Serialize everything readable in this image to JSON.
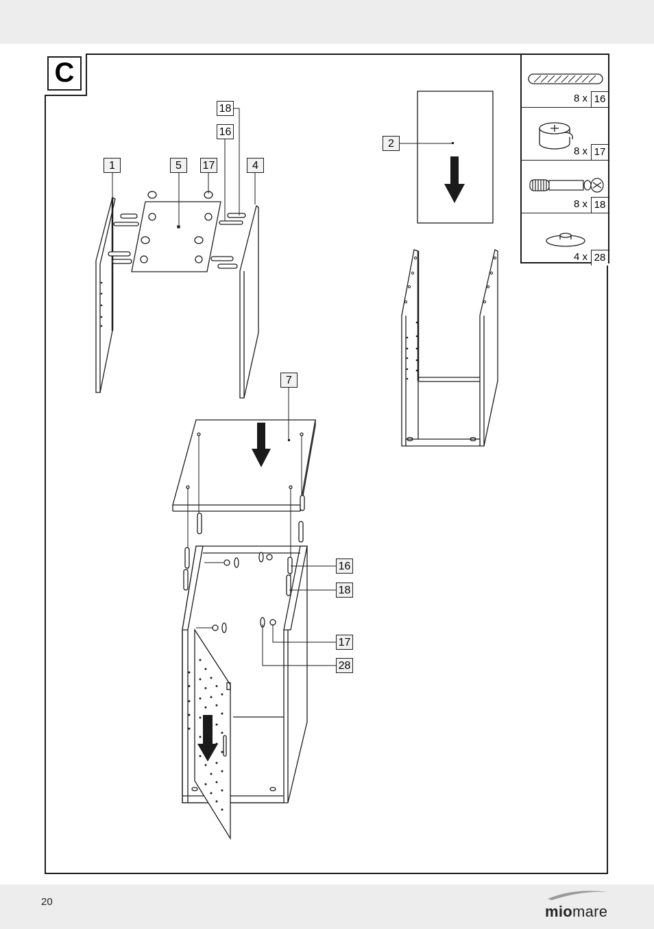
{
  "step": "C",
  "page_number": "20",
  "brand": {
    "bold": "mio",
    "light": "mare"
  },
  "parts": [
    {
      "qty": "8 x",
      "num": "16",
      "icon": "dowel-icon"
    },
    {
      "qty": "8 x",
      "num": "17",
      "icon": "cam-lock-icon"
    },
    {
      "qty": "8 x",
      "num": "18",
      "icon": "cam-bolt-icon"
    },
    {
      "qty": "4 x",
      "num": "28",
      "icon": "washer-icon"
    }
  ],
  "callouts": {
    "top_1": "1",
    "top_5": "5",
    "top_17": "17",
    "top_4": "4",
    "top_16": "16",
    "top_18": "18",
    "panel_2": "2",
    "panel_7": "7",
    "lower_16": "16",
    "lower_18": "18",
    "lower_17": "17",
    "lower_28": "28"
  }
}
